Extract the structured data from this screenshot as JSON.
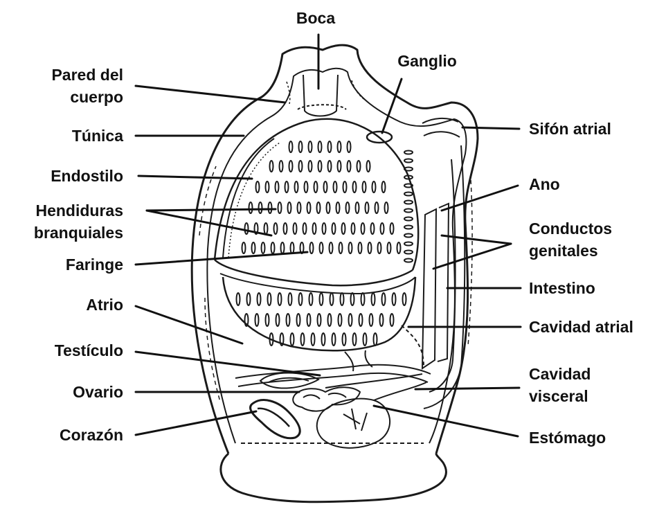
{
  "labels": {
    "boca": "Boca",
    "ganglio": "Ganglio",
    "pared_1": "Pared del",
    "pared_2": "cuerpo",
    "tunica": "Túnica",
    "endostilo": "Endostilo",
    "hendiduras_1": "Hendiduras",
    "hendiduras_2": "branquiales",
    "faringe": "Faringe",
    "atrio": "Atrio",
    "testiculo": "Testículo",
    "ovario": "Ovario",
    "corazon": "Corazón",
    "sifon_atrial": "Sifón atrial",
    "ano": "Ano",
    "conductos_1": "Conductos",
    "conductos_2": "genitales",
    "intestino": "Intestino",
    "cavidad_atrial": "Cavidad atrial",
    "cavidad_visceral_1": "Cavidad",
    "cavidad_visceral_2": "visceral",
    "estomago": "Estómago"
  }
}
